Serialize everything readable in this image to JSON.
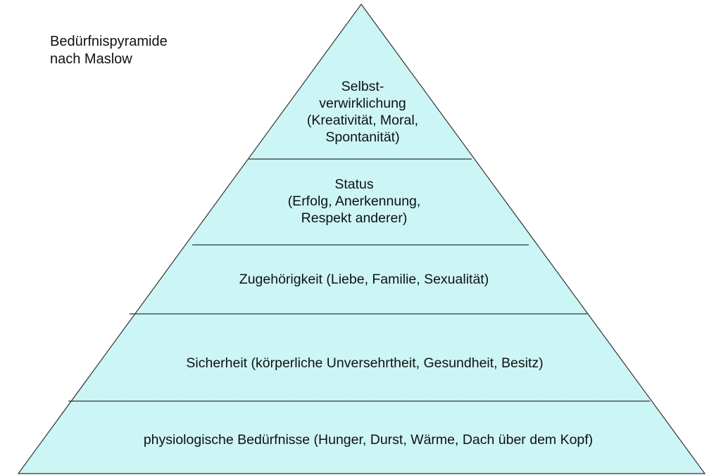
{
  "title": {
    "line1": "Bedürfnispyramide",
    "line2": "nach Maslow"
  },
  "colors": {
    "fill": "#ccf5f5",
    "stroke": "#333333",
    "text": "#111111"
  },
  "levels": [
    {
      "id": "self-actualization",
      "lines": [
        "Selbst-",
        "verwirklichung",
        "(Kreativität, Moral,",
        "Spontanität)"
      ]
    },
    {
      "id": "status",
      "lines": [
        "Status",
        "(Erfolg, Anerkennung,",
        "Respekt anderer)"
      ]
    },
    {
      "id": "belonging",
      "lines": [
        "Zugehörigkeit (Liebe, Familie, Sexualität)"
      ]
    },
    {
      "id": "safety",
      "lines": [
        "Sicherheit (körperliche Unversehrtheit, Gesundheit, Besitz)"
      ]
    },
    {
      "id": "physiological",
      "lines": [
        "physiologische Bedürfnisse (Hunger, Durst, Wärme, Dach über dem Kopf)"
      ]
    }
  ]
}
